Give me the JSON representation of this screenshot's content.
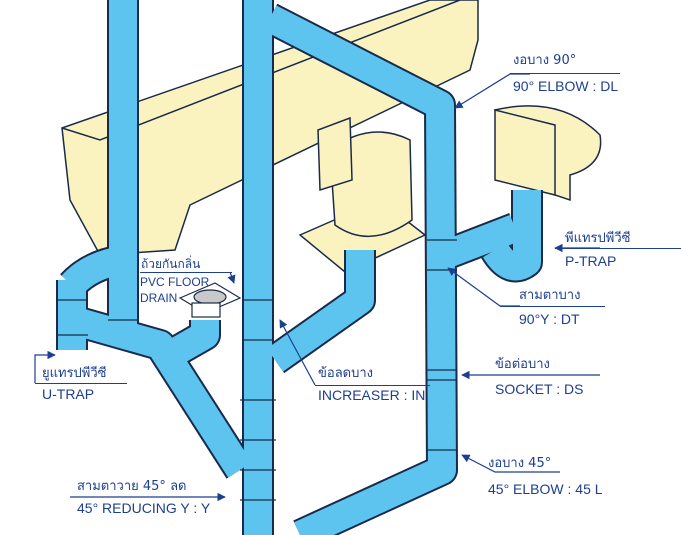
{
  "colors": {
    "pipe": "#5cc4ef",
    "outline": "#1a2a4a",
    "fixture": "#fbf3bf",
    "label": "#1d3f8f"
  },
  "labels": {
    "elbow90": {
      "thai": "งอบาง 90°",
      "en": "90° ELBOW : DL"
    },
    "ptrap": {
      "thai": "พีแทรปพีวีซี",
      "en": "P-TRAP"
    },
    "y90": {
      "thai": "สามตาบาง",
      "en": "90°Y : DT"
    },
    "socket": {
      "thai": "ข้อต่อบาง",
      "en": "SOCKET : DS"
    },
    "elbow45": {
      "thai": "งอบาง 45°",
      "en": "45° ELBOW : 45 L"
    },
    "floordrain": {
      "thai": "ถ้วยกันกลิ่น",
      "en1": "PVC FLOOR",
      "en2": "DRAIN"
    },
    "utrap": {
      "thai": "ยูแทรปพีวีซี",
      "en": "U-TRAP"
    },
    "increaser": {
      "thai": "ข้อลดบาง",
      "en": "INCREASER : IN"
    },
    "reducingy": {
      "thai": "สามตาวาย 45° ลด",
      "en": "45° REDUCING Y : Y"
    }
  }
}
